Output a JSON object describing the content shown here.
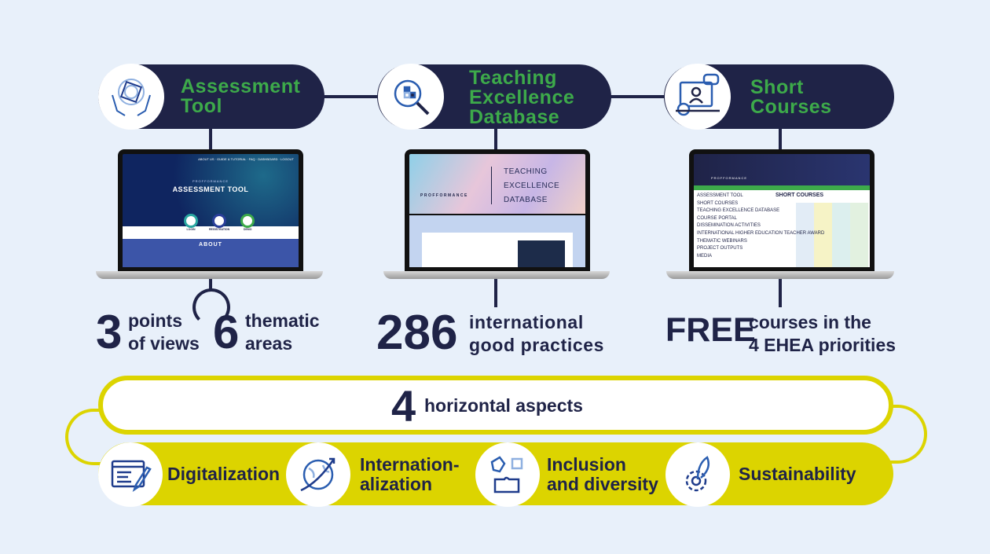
{
  "tools": [
    {
      "title_line1": "Assessment",
      "title_line2": "Tool",
      "icon": "hands-holding-cube-icon",
      "screen": {
        "nav": "ABOUT US · GUIDE & TUTORIAL · FAQ · DASHBOARD · LOGOUT",
        "brand": "PROFFORMANCE",
        "heading": "ASSESSMENT TOOL",
        "buttons": [
          "LOGIN",
          "REGISTRATION",
          "DEMO"
        ],
        "section": "ABOUT"
      }
    },
    {
      "title_line1": "Teaching",
      "title_line2": "Excellence",
      "title_line3": "Database",
      "icon": "database-search-icon",
      "screen": {
        "brand": "PROFFORMANCE",
        "heading_lines": [
          "TEACHING",
          "EXCELLENCE",
          "DATABASE"
        ]
      }
    },
    {
      "title_line1": "Short",
      "title_line2": "Courses",
      "icon": "online-course-icon",
      "screen": {
        "brand": "PROFFORMANCE",
        "heading": "SHORT COURSES",
        "sidebar": [
          "ASSESSMENT TOOL",
          "SHORT COURSES",
          "TEACHING EXCELLENCE DATABASE",
          "COURSE PORTAL",
          "DISSEMINATION ACTIVITIES",
          "INTERNATIONAL HIGHER EDUCATION TEACHER AWARD",
          "THEMATIC WEBINARS",
          "PROJECT OUTPUTS",
          "MEDIA"
        ]
      }
    }
  ],
  "stats": {
    "a_num": "3",
    "a_l1": "points",
    "a_l2": "of views",
    "b_num": "6",
    "b_l1": "thematic",
    "b_l2": "areas",
    "c_num": "286",
    "c_l1": "international",
    "c_l2": "good practices",
    "d_num": "FREE",
    "d_l1": "courses in the",
    "d_l2": "4 EHEA priorities"
  },
  "horizontal": {
    "num": "4",
    "label": "horizontal aspects"
  },
  "aspects": [
    {
      "l1": "Digitalization",
      "l2": "",
      "icon": "document-edit-icon"
    },
    {
      "l1": "Internation-",
      "l2": "alization",
      "icon": "globe-orbit-icon"
    },
    {
      "l1": "Inclusion",
      "l2": "and diversity",
      "icon": "puzzle-icon"
    },
    {
      "l1": "Sustainability",
      "l2": "",
      "icon": "gear-leaf-icon"
    }
  ],
  "colors": {
    "navy": "#1f2347",
    "green": "#3daa4a",
    "yellow": "#dcd400",
    "bg": "#e8f0fa"
  }
}
